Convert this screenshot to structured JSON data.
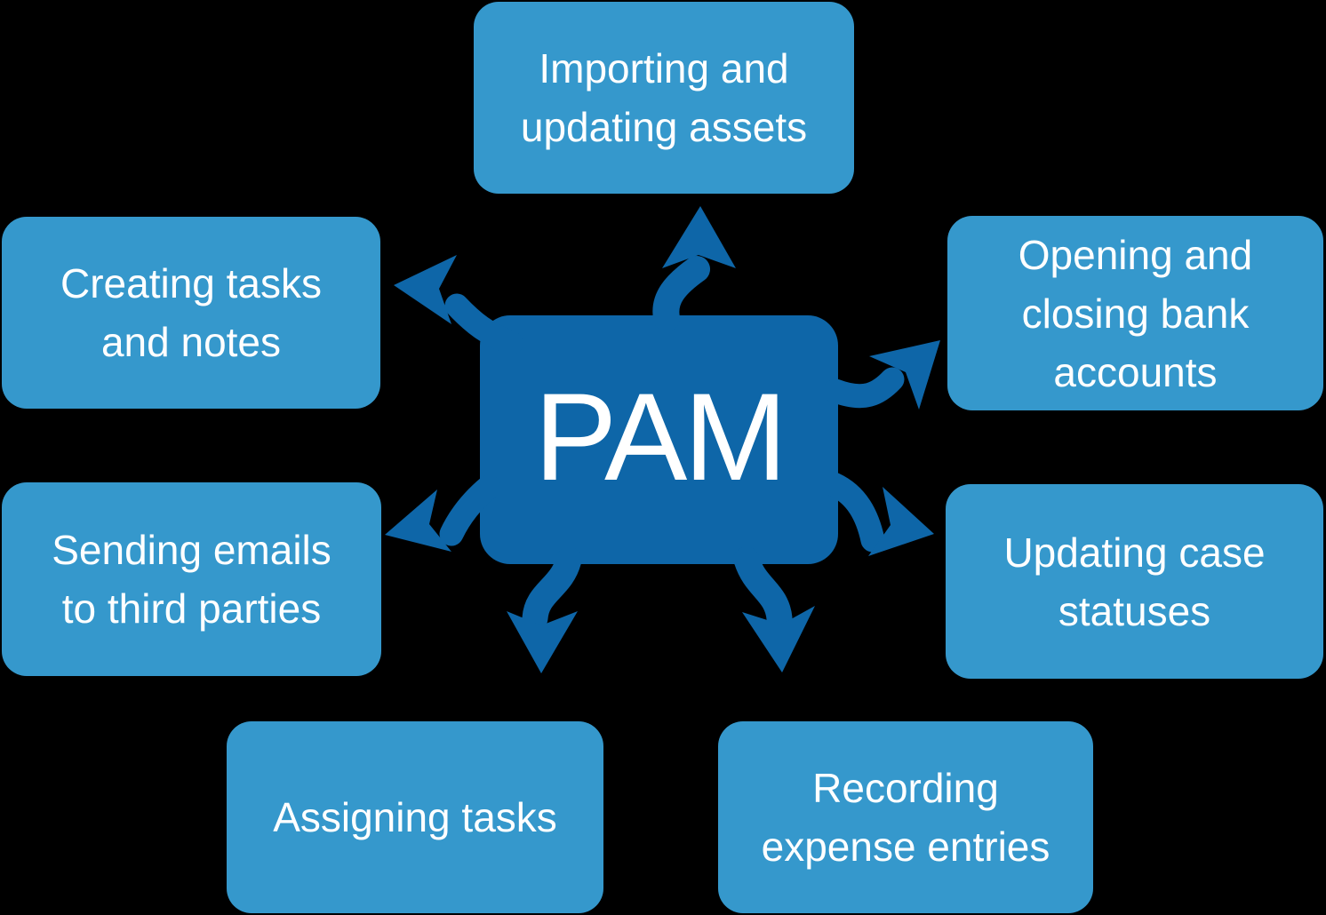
{
  "diagram": {
    "center": {
      "label": "PAM"
    },
    "nodes": [
      {
        "id": "importing-updating-assets",
        "position": "top",
        "label": "Importing and\nupdating assets"
      },
      {
        "id": "opening-closing-bank-accounts",
        "position": "top-right",
        "label": "Opening and\nclosing bank\naccounts"
      },
      {
        "id": "updating-case-statuses",
        "position": "right",
        "label": "Updating case\nstatuses"
      },
      {
        "id": "recording-expense-entries",
        "position": "bottom-right",
        "label": "Recording\nexpense entries"
      },
      {
        "id": "assigning-tasks",
        "position": "bottom-left",
        "label": "Assigning tasks"
      },
      {
        "id": "sending-emails-third-parties",
        "position": "left",
        "label": "Sending emails\nto third parties"
      },
      {
        "id": "creating-tasks-notes",
        "position": "top-left",
        "label": "Creating tasks\nand notes"
      }
    ],
    "colors": {
      "background": "#000000",
      "node_fill": "#3598cc",
      "center_fill": "#0e66a8",
      "arrow": "#0e66a8",
      "text": "#ffffff"
    }
  }
}
